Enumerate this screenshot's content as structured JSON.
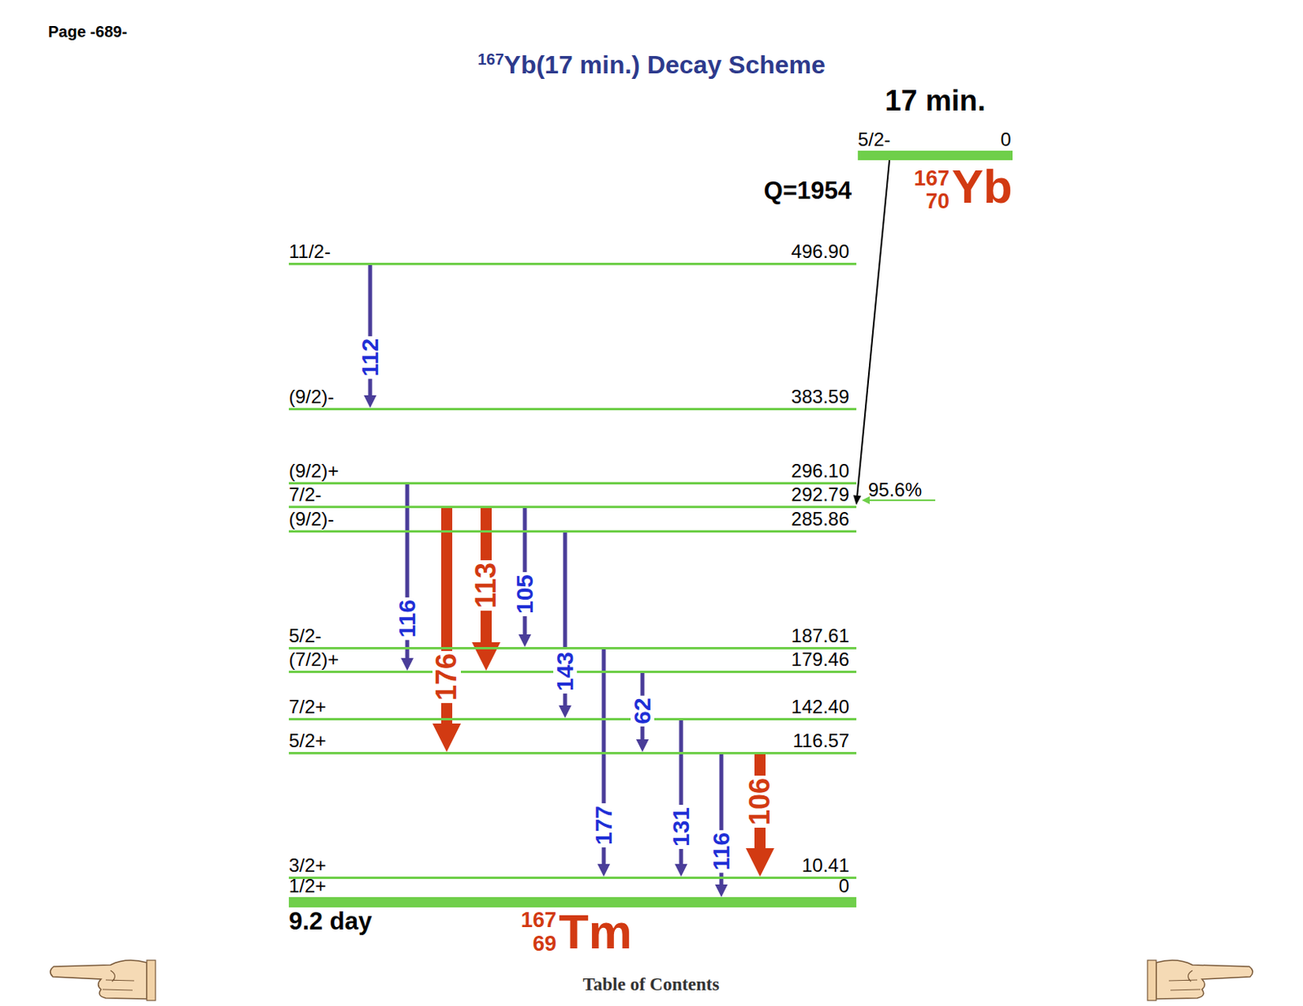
{
  "diagram": {
    "title": "Yb(17 min.) Decay Scheme",
    "nodes": [
      {
        "text": [
          "17 min.",
          "5/2-",
          "0"
        ]
      },
      {
        "text": [
          "11/2-",
          "496.90"
        ]
      },
      {
        "text": [
          "(9/2)-",
          "383.59"
        ]
      },
      {
        "text": [
          "(9/2)+",
          "296.10"
        ]
      },
      {
        "text": [
          "7/2-",
          "292.79"
        ]
      },
      {
        "text": [
          "(9/2)-",
          "285.86"
        ]
      },
      {
        "text": [
          "5/2-",
          "187.61"
        ]
      },
      {
        "text": [
          "(7/2)+",
          "179.46"
        ]
      },
      {
        "text": [
          "7/2+",
          "142.40"
        ]
      },
      {
        "text": [
          "5/2+",
          "116.57"
        ]
      },
      {
        "text": [
          "3/2+",
          "10.41"
        ]
      },
      {
        "text": [
          "1/2+",
          "0",
          "9.2 day"
        ]
      }
    ],
    "edges": [
      {
        "from": 0,
        "to": 4,
        "arrow": "to"
      },
      {
        "from": 1,
        "to": 2,
        "label": "112",
        "arrow": "to"
      },
      {
        "from": 3,
        "to": 7,
        "label": "116",
        "arrow": "to"
      },
      {
        "from": 4,
        "to": 9,
        "label": "176",
        "arrow": "to"
      },
      {
        "from": 4,
        "to": 7,
        "label": "113",
        "arrow": "to"
      },
      {
        "from": 4,
        "to": 6,
        "label": "105",
        "arrow": "to"
      },
      {
        "from": 5,
        "to": 8,
        "label": "143",
        "arrow": "to"
      },
      {
        "from": 6,
        "to": 10,
        "label": "177",
        "arrow": "to"
      },
      {
        "from": 7,
        "to": 9,
        "label": "62",
        "arrow": "to"
      },
      {
        "from": 8,
        "to": 10,
        "label": "131",
        "arrow": "to"
      },
      {
        "from": 9,
        "to": 11,
        "label": "116",
        "arrow": "to"
      },
      {
        "from": 9,
        "to": 10,
        "label": "106",
        "arrow": "to"
      }
    ],
    "labels": [
      "Page -689-",
      "167",
      "Q=1954",
      "167",
      "70",
      "Yb",
      "95.6%",
      "167",
      "69",
      "Tm",
      "Table of Contents"
    ]
  }
}
